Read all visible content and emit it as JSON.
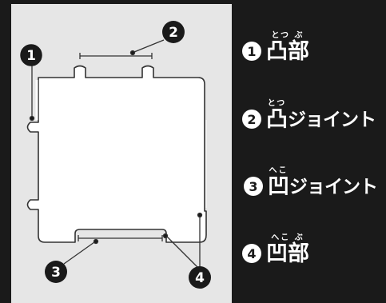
{
  "legend": {
    "items": [
      {
        "number": "1",
        "ruby": "とつ ぶ",
        "kanji": "凸部",
        "suffix": ""
      },
      {
        "number": "2",
        "ruby": "とつ",
        "kanji": "凸",
        "suffix": "ジョイント"
      },
      {
        "number": "3",
        "ruby": "へこ",
        "kanji": "凹",
        "suffix": "ジョイント"
      },
      {
        "number": "4",
        "ruby": "へこ ぶ",
        "kanji": "凹部",
        "suffix": ""
      }
    ]
  },
  "callouts": [
    "1",
    "2",
    "3",
    "4"
  ],
  "colors": {
    "diagram_background": "#e6e6e6",
    "outer_background": "#1a1a1a",
    "piece_fill": "#ffffff",
    "piece_stroke": "#333333",
    "callout_fill": "#1a1a1a",
    "callout_text": "#ffffff",
    "legend_text": "#ffffff"
  }
}
